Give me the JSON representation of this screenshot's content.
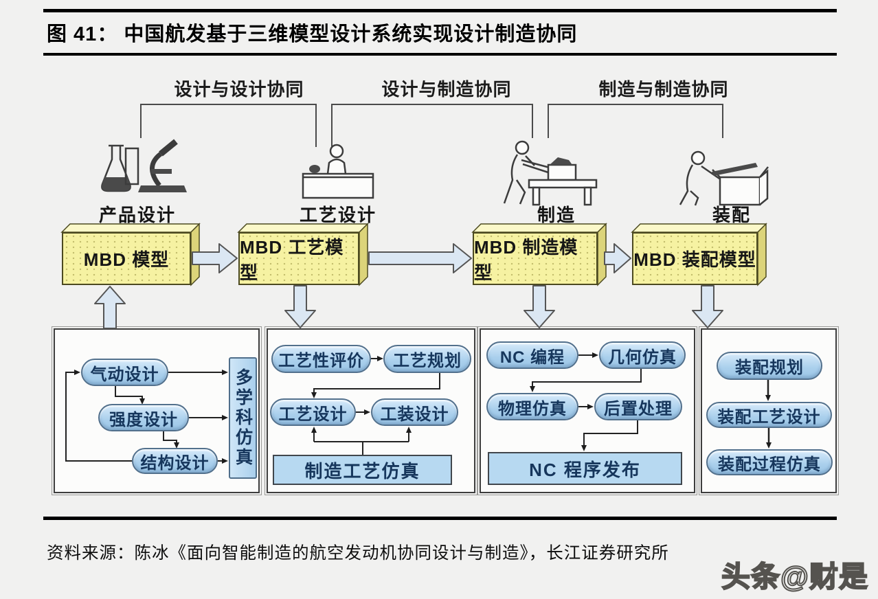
{
  "page": {
    "title": "图 41：  中国航发基于三维模型设计系统实现设计制造协同",
    "source": "资料来源：陈冰《面向智能制造的航空发动机协同设计与制造》，长江证券研究所",
    "watermark": "头条@财是"
  },
  "collaboration": {
    "design_design": "设计与设计协同",
    "design_manufacturing": "设计与制造协同",
    "manufacturing_manufacturing": "制造与制造协同"
  },
  "stages": [
    {
      "label": "产品设计",
      "icon": "flask-microscope-icon",
      "mbd": "MBD 模型"
    },
    {
      "label": "工艺设计",
      "icon": "engineer-workbench-icon",
      "mbd": "MBD 工艺模型"
    },
    {
      "label": "制造",
      "icon": "worker-machine-icon",
      "mbd": "MBD 制造模型"
    },
    {
      "label": "装配",
      "icon": "worker-crate-icon",
      "mbd": "MBD 装配模型"
    }
  ],
  "panels": {
    "design": {
      "items": [
        "气动设计",
        "强度设计",
        "结构设计"
      ],
      "side_box": "多学科仿真"
    },
    "process": {
      "row1": [
        "工艺性评价",
        "工艺规划"
      ],
      "row2": [
        "工艺设计",
        "工装设计"
      ],
      "bottom_box": "制造工艺仿真"
    },
    "nc": {
      "row1": [
        "NC 编程",
        "几何仿真"
      ],
      "row2": [
        "物理仿真",
        "后置处理"
      ],
      "bottom_box": "NC 程序发布"
    },
    "assembly": {
      "items": [
        "装配规划",
        "装配工艺设计",
        "装配过程仿真"
      ]
    }
  },
  "colors": {
    "background": "#f1f1f0",
    "mbd_box_fill": "#f6f2a2",
    "mbd_box_border": "#4c4a20",
    "pill_fill": "#a9cfec",
    "pill_text": "#16365c",
    "block_arrow_fill": "#dbe7f3",
    "panel_background": "#fcfcfb",
    "rule": "#000000"
  }
}
